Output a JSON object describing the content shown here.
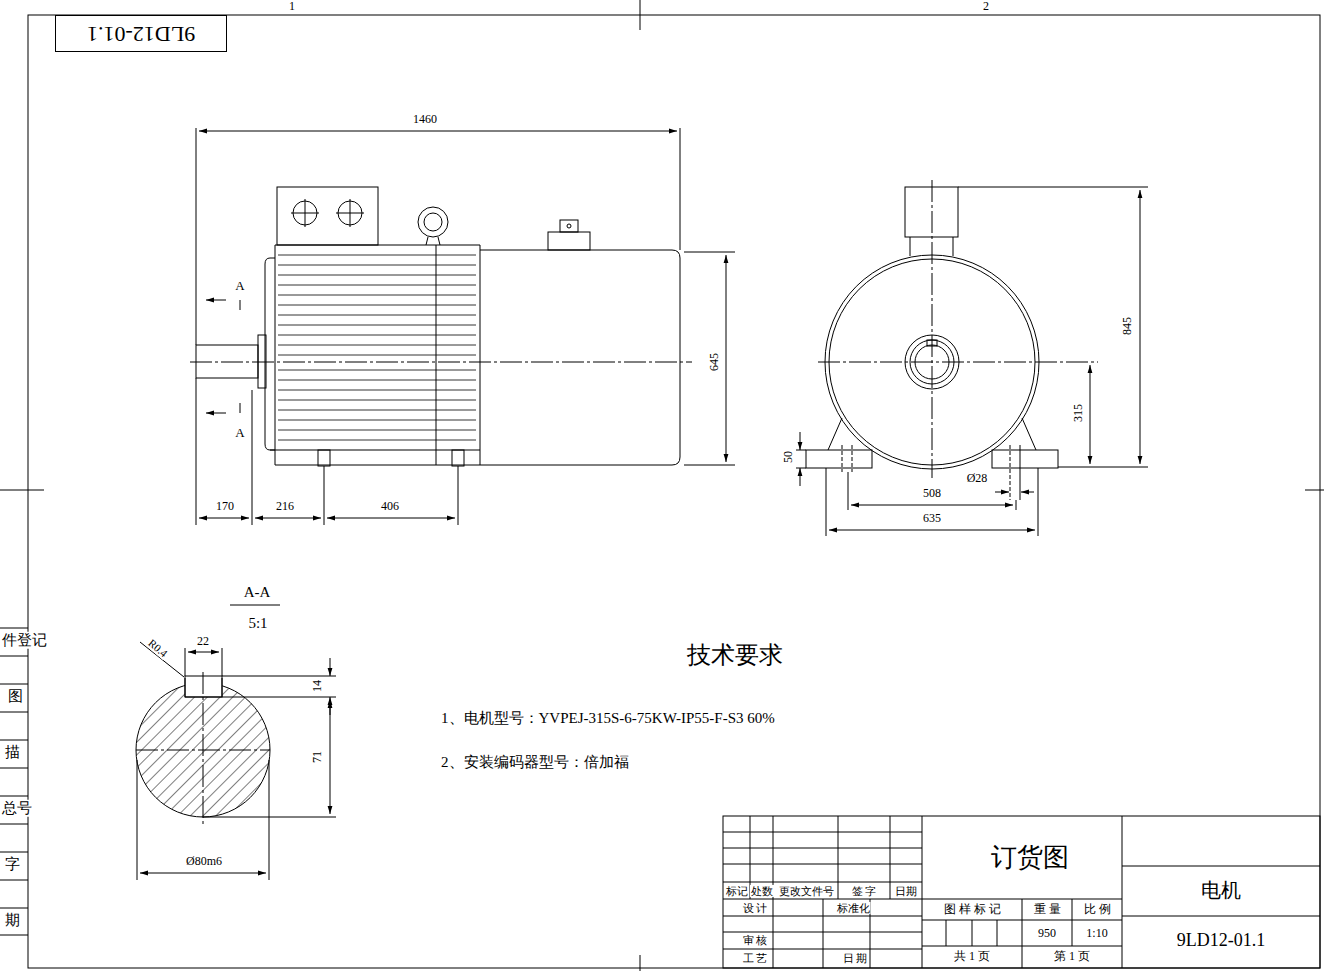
{
  "diagram": {
    "nodes": [
      {
        "text": [
          "9LD12-01.1"
        ]
      }
    ],
    "labels": [
      "1",
      "2",
      "1460",
      "A",
      "A",
      "645",
      "170",
      "216",
      "406",
      "845",
      "315",
      "50",
      "Ø28",
      "508",
      "635",
      "A-A",
      "5:1",
      "R0.4",
      "22",
      "14",
      "71",
      "Ø80m6",
      "技术要求",
      "1、电机型号：YVPEJ-315S-6-75KW-IP55-F-S3 60%",
      "2、安装编码器型号：倍加福",
      "件登记",
      "图",
      "描",
      "总号",
      "字",
      "期",
      "标记",
      "处数",
      "更改文件号",
      "签 字",
      "日期",
      "设 计",
      "标准化",
      "审 核",
      "工 艺",
      "日 期",
      "订货图",
      "图 样 标 记",
      "重 量",
      "比 例",
      "950",
      "1:10",
      "共 1 页",
      "第 1 页",
      "电机",
      "9LD12-01.1"
    ]
  }
}
